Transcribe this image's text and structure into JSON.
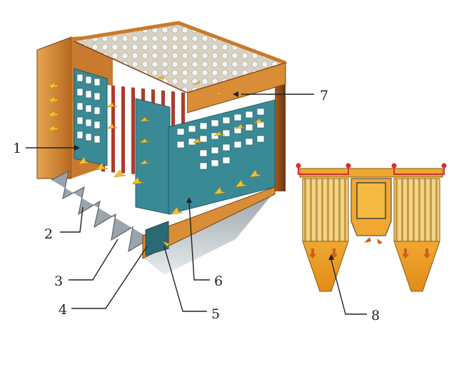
{
  "callouts": [
    "1",
    "2",
    "3",
    "4",
    "5",
    "6",
    "7",
    "8"
  ],
  "colors": {
    "shell_light": "#e0a04a",
    "shell_mid": "#c97a2a",
    "shell_dark": "#8a4a18",
    "panel_blue": "#3a8a96",
    "panel_blue_dark": "#2a6a74",
    "hopper_grey": "#9aa4aa",
    "arrow_yellow": "#f5c030",
    "bag_white": "#f2f2f2",
    "side_orange": "#f0a830",
    "side_pipe_red": "#d03030"
  }
}
